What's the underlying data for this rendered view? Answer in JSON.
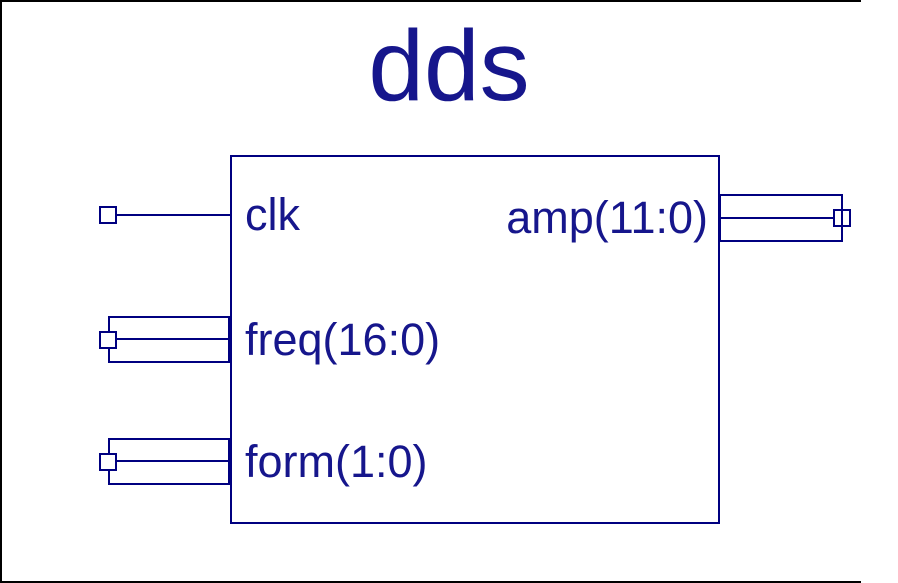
{
  "title": "dds",
  "colors": {
    "symbol_line": "#000080",
    "symbol_text": "#16168C",
    "frame": "#000000",
    "background": "#FFFFFF"
  },
  "block": {
    "name": "dds",
    "inputs": [
      {
        "name": "clk",
        "label": "clk",
        "type": "scalar"
      },
      {
        "name": "freq",
        "label": "freq(16:0)",
        "type": "bus"
      },
      {
        "name": "form",
        "label": "form(1:0)",
        "type": "bus"
      }
    ],
    "outputs": [
      {
        "name": "amp",
        "label": "amp(11:0)",
        "type": "bus"
      }
    ]
  }
}
